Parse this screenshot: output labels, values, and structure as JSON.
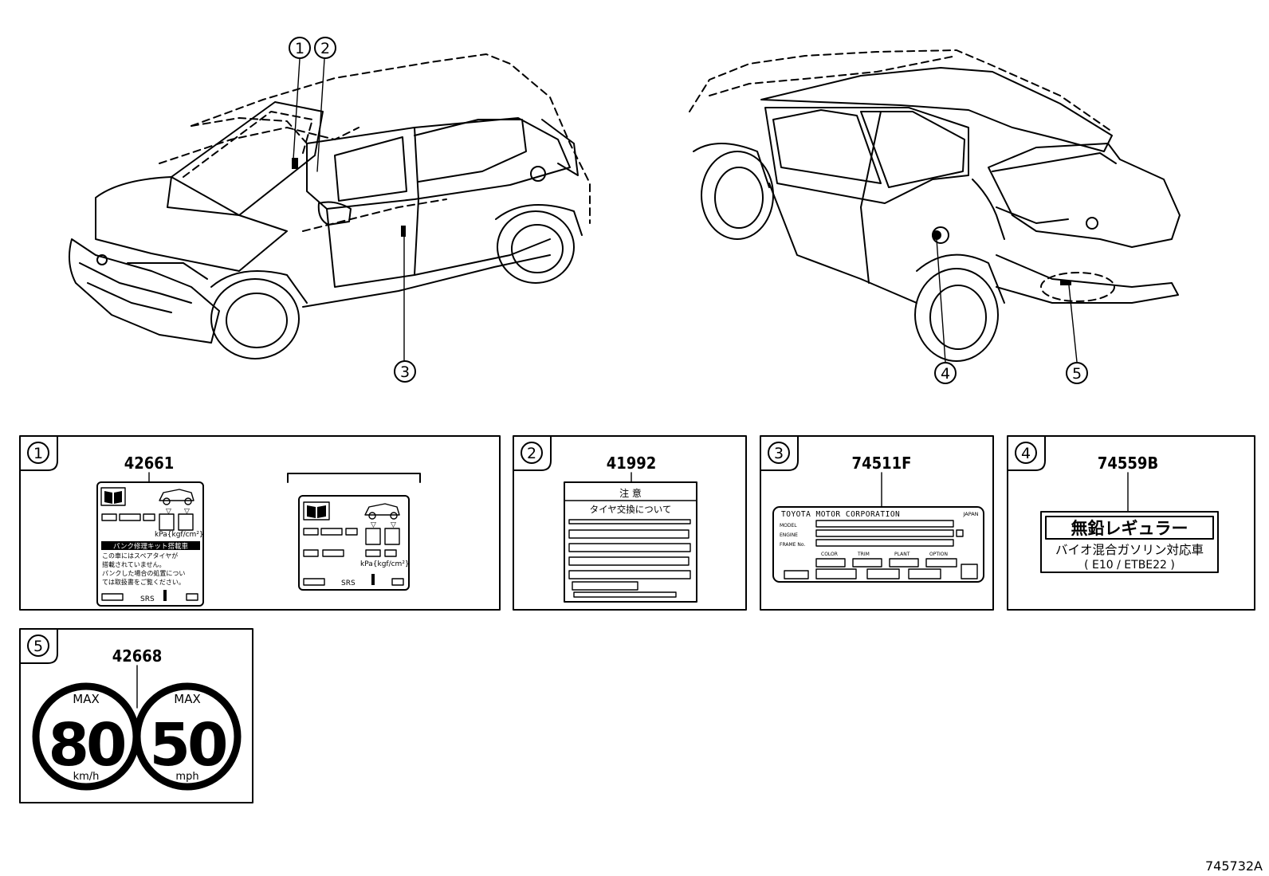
{
  "diagram_id": "745732A",
  "callouts": [
    "1",
    "2",
    "3",
    "4",
    "5"
  ],
  "panels": [
    {
      "index": "1",
      "part_number": "42661",
      "label": {
        "pressure_unit": "kPa{kgf/cm²}",
        "notice_banner": "パンク修理キット搭載車",
        "notice_lines": [
          "この車にはスペアタイヤが",
          "搭載されていません。",
          "パンクした場合の処置につい",
          "ては取扱書をご覧ください。"
        ],
        "srs_text": "SRS"
      },
      "alt_label": {
        "pressure_unit": "kPa{kgf/cm²}",
        "srs_text": "SRS"
      }
    },
    {
      "index": "2",
      "part_number": "41992",
      "label": {
        "title": "注 意",
        "subtitle": "タイヤ交換について"
      }
    },
    {
      "index": "3",
      "part_number": "74511F",
      "label": {
        "maker": "TOYOTA MOTOR CORPORATION",
        "country": "JAPAN",
        "fields": [
          "MODEL",
          "ENGINE",
          "FRAME No."
        ],
        "bottom_fields": [
          "COLOR",
          "TRIM",
          "PLANT",
          "OPTION"
        ]
      }
    },
    {
      "index": "4",
      "part_number": "74559B",
      "label": {
        "fuel_type": "無鉛レギュラー",
        "fuel_note": "バイオ混合ガソリン対応車",
        "fuel_spec": "( E10 / ETBE22 )"
      }
    },
    {
      "index": "5",
      "part_number": "42668",
      "label": {
        "left": {
          "max_text": "MAX",
          "speed": "80",
          "unit": "km/h"
        },
        "right": {
          "max_text": "MAX",
          "speed": "50",
          "unit": "mph"
        }
      }
    }
  ],
  "colors": {
    "ink": "#000000",
    "paper": "#ffffff",
    "banner": "#000000"
  }
}
